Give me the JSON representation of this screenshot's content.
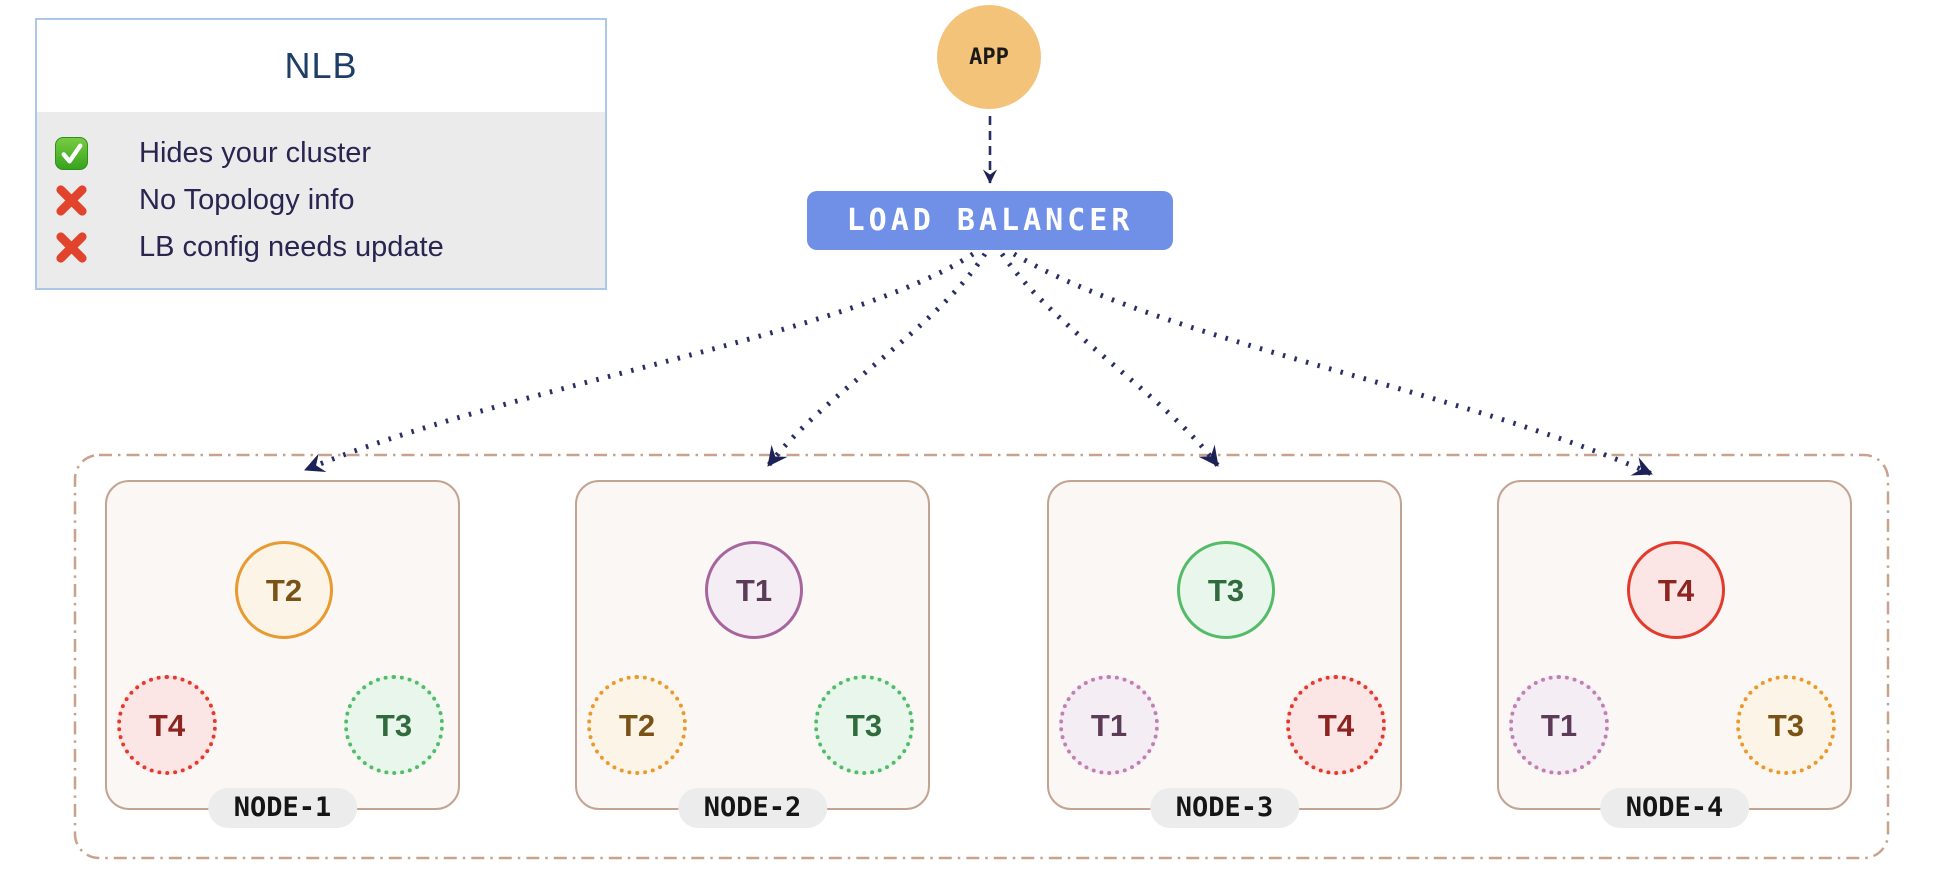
{
  "legend": {
    "title": "NLB",
    "items": [
      {
        "icon": "check-icon",
        "text": "Hides your cluster"
      },
      {
        "icon": "cross-icon",
        "text": "No Topology info"
      },
      {
        "icon": "cross-icon",
        "text": "LB config needs update"
      }
    ]
  },
  "app": {
    "label": "APP"
  },
  "load_balancer": {
    "label": "LOAD BALANCER"
  },
  "nodes": [
    {
      "label": "NODE-1",
      "leader": {
        "label": "T2",
        "color": "orange",
        "style": "solid"
      },
      "replicas": [
        {
          "label": "T4",
          "color": "red",
          "style": "dotted"
        },
        {
          "label": "T3",
          "color": "green",
          "style": "dotted"
        }
      ]
    },
    {
      "label": "NODE-2",
      "leader": {
        "label": "T1",
        "color": "purple",
        "style": "solid"
      },
      "replicas": [
        {
          "label": "T2",
          "color": "orange",
          "style": "dotted"
        },
        {
          "label": "T3",
          "color": "green",
          "style": "dotted"
        }
      ]
    },
    {
      "label": "NODE-3",
      "leader": {
        "label": "T3",
        "color": "green",
        "style": "solid"
      },
      "replicas": [
        {
          "label": "T1",
          "color": "purple",
          "style": "dotted"
        },
        {
          "label": "T4",
          "color": "red",
          "style": "dotted"
        }
      ]
    },
    {
      "label": "NODE-4",
      "leader": {
        "label": "T4",
        "color": "red",
        "style": "solid"
      },
      "replicas": [
        {
          "label": "T1",
          "color": "purple",
          "style": "dotted"
        },
        {
          "label": "T3",
          "color": "orange",
          "style": "dotted"
        }
      ]
    }
  ],
  "connections": {
    "app_to_lb": {
      "style": "dashed"
    },
    "lb_to_nodes": {
      "style": "dotted",
      "targets": [
        "NODE-1",
        "NODE-2",
        "NODE-3",
        "NODE-4"
      ]
    }
  },
  "colors": {
    "arrow": "#2A2F63",
    "arrowhead": "#1C2156",
    "app_fill": "#F3C379",
    "lb_fill": "#7090E8",
    "lb_text": "#FFFFFF",
    "legend_border": "#ABC8EB",
    "legend_title_text": "#1E3E68",
    "legend_item_text": "#2A2550",
    "legend_item_bg": "#EBEBEB",
    "cluster_border": "#C9A28E",
    "node_bg": "#FAF7F4",
    "node_border": "#C3A493",
    "node_label_bg": "#ECECEC",
    "tenant_orange": "#E8992F",
    "tenant_red": "#E23B2E",
    "tenant_green": "#54BB68",
    "tenant_purple": "#A7649D",
    "check_green": "#47B51F",
    "cross_red": "#E2432C"
  }
}
